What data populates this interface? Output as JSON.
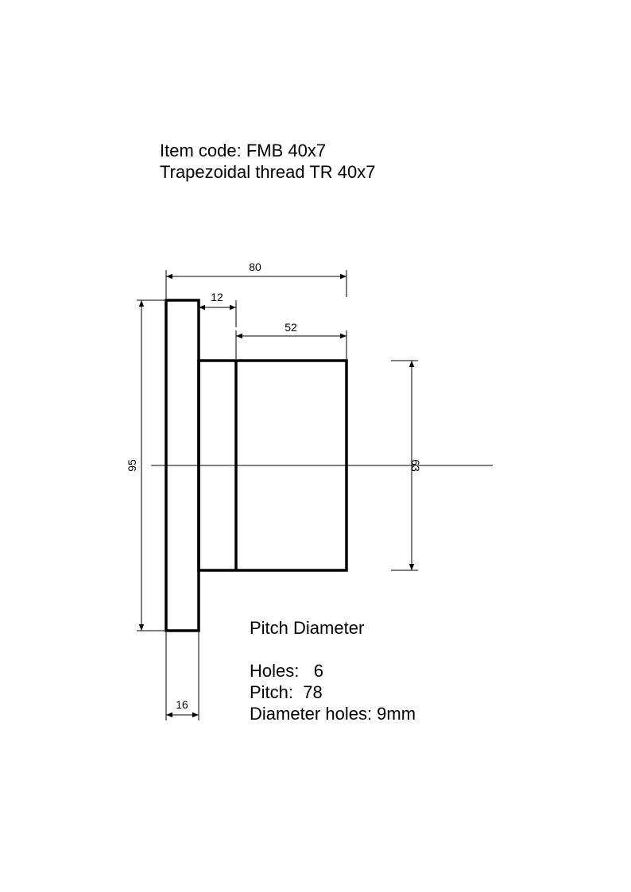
{
  "header": {
    "item_code": "Item code: FMB 40x7",
    "thread": "Trapezoidal thread  TR 40x7"
  },
  "dimensions": {
    "overall_length": "80",
    "neck_length": "12",
    "body_length": "52",
    "flange_diameter": "95",
    "body_diameter": "63",
    "flange_thickness": "16"
  },
  "notes": {
    "title": "Pitch Diameter",
    "holes": "Holes:   6",
    "pitch": "Pitch:  78",
    "diameter_holes": "Diameter holes: 9mm"
  }
}
